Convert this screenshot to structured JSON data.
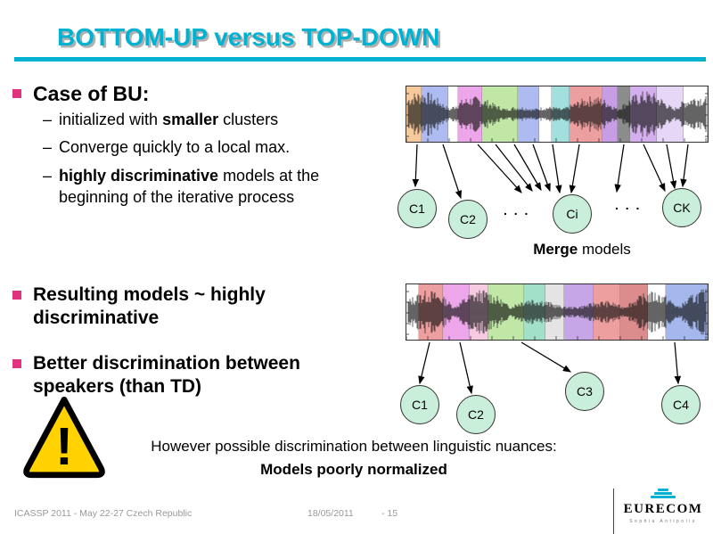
{
  "slide": {
    "title": "BOTTOM-UP versus TOP-DOWN",
    "colors": {
      "accent": "#00b2d2",
      "bullet_square": "#e0327e",
      "circle_fill": "#c9eeda",
      "warning_yellow": "#ffd200"
    }
  },
  "bullets": {
    "dash": "–",
    "bu": {
      "label": "Case of BU:",
      "items": [
        {
          "pre": "initialized with ",
          "bold": "smaller",
          "post": " clusters"
        },
        {
          "pre": "Converge quickly to a local max.",
          "bold": "",
          "post": ""
        },
        {
          "pre": "",
          "bold": "highly discriminative",
          "post": " models at the beginning of the iterative process"
        }
      ]
    },
    "b2": "Resulting models ~ highly discriminative",
    "b3": "Better discrimination between speakers (than TD)"
  },
  "diagram_top": {
    "segments": [
      {
        "color": "#f2a04e",
        "w": 5
      },
      {
        "color": "#6b85e6",
        "w": 9
      },
      {
        "color": "#ffffff",
        "w": 3
      },
      {
        "color": "#e05fd8",
        "w": 8
      },
      {
        "color": "#8ed45e",
        "w": 12
      },
      {
        "color": "#6b85e6",
        "w": 7
      },
      {
        "color": "#ffffff",
        "w": 4
      },
      {
        "color": "#57c8c8",
        "w": 6
      },
      {
        "color": "#e05050",
        "w": 11
      },
      {
        "color": "#9a4fd0",
        "w": 5
      },
      {
        "color": "#303030",
        "w": 4
      },
      {
        "color": "#b06fe0",
        "w": 9
      },
      {
        "color": "#d5b8f2",
        "w": 9
      },
      {
        "color": "#ffffff",
        "w": 8
      }
    ],
    "circles": [
      "C1",
      "C2",
      "Ci",
      "CK"
    ],
    "dots": ". . .",
    "caption_bold": "Merge",
    "caption_rest": " models"
  },
  "diagram_bottom": {
    "segments": [
      {
        "color": "#ffffff",
        "w": 4
      },
      {
        "color": "#e05050",
        "w": 8
      },
      {
        "color": "#e05fd8",
        "w": 9
      },
      {
        "color": "#f0a0c8",
        "w": 6
      },
      {
        "color": "#8ed45e",
        "w": 12
      },
      {
        "color": "#57c8a0",
        "w": 7
      },
      {
        "color": "#cfcfcf",
        "w": 6
      },
      {
        "color": "#9a5fd4",
        "w": 10
      },
      {
        "color": "#e05050",
        "w": 9
      },
      {
        "color": "#c03030",
        "w": 9
      },
      {
        "color": "#ffffff",
        "w": 6
      },
      {
        "color": "#5b7fe0",
        "w": 14
      }
    ],
    "circles": [
      "C1",
      "C2",
      "C3",
      "C4"
    ]
  },
  "warning": {
    "exclamation": "!",
    "line1": "However possible discrimination between linguistic nuances:",
    "line2": "Models poorly normalized"
  },
  "footer": {
    "left": "ICASSP 2011 - May 22-27 Czech Republic",
    "date": "18/05/2011",
    "page": "- 15",
    "logo_text": "EURECOM",
    "logo_tagline": "Sophia Antipolis"
  }
}
